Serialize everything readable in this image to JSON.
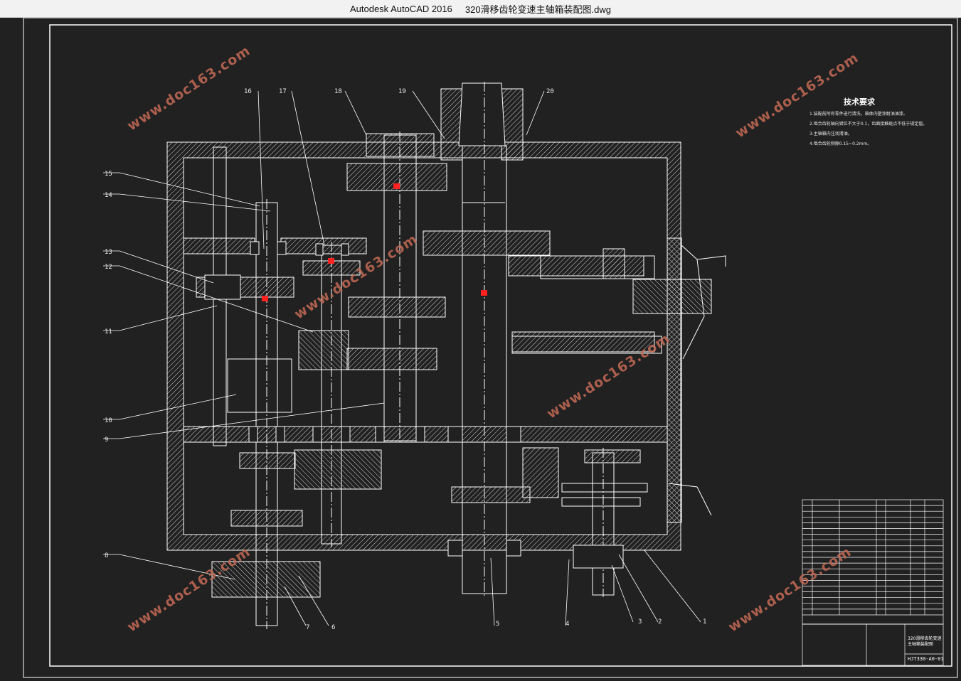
{
  "window": {
    "app_name": "Autodesk AutoCAD 2016",
    "file_name": "320滑移齿轮变速主轴箱装配图.dwg"
  },
  "drawing": {
    "watermark_text": "www.doc163.com",
    "tech_requirements": {
      "title": "技术要求",
      "items": [
        "1.装配前所有零件进行清洗，箱体内壁涂耐油油漆。",
        "2.啮合齿轮轴向错位不大于0.1，齿面接触斑点不低于规定值。",
        "3.主轴箱内注润滑油。",
        "4.啮合齿轮侧隙0.15~0.2mm。"
      ]
    },
    "part_numbers": [
      "1",
      "2",
      "3",
      "4",
      "5",
      "6",
      "7",
      "8",
      "9",
      "10",
      "11",
      "12",
      "13",
      "14",
      "15",
      "16",
      "17",
      "18",
      "19",
      "20"
    ],
    "title_block": {
      "drawing_title": "320滑移齿轮变速主轴箱装配图",
      "drawing_code": "HJT330-A0-01"
    }
  },
  "colors": {
    "background": "#212121",
    "line": "#ffffff",
    "hatch": "#cfcfcf",
    "highlight": "#ff2020",
    "watermark": "#c56a55",
    "titlebar": "#f2f2f2"
  }
}
